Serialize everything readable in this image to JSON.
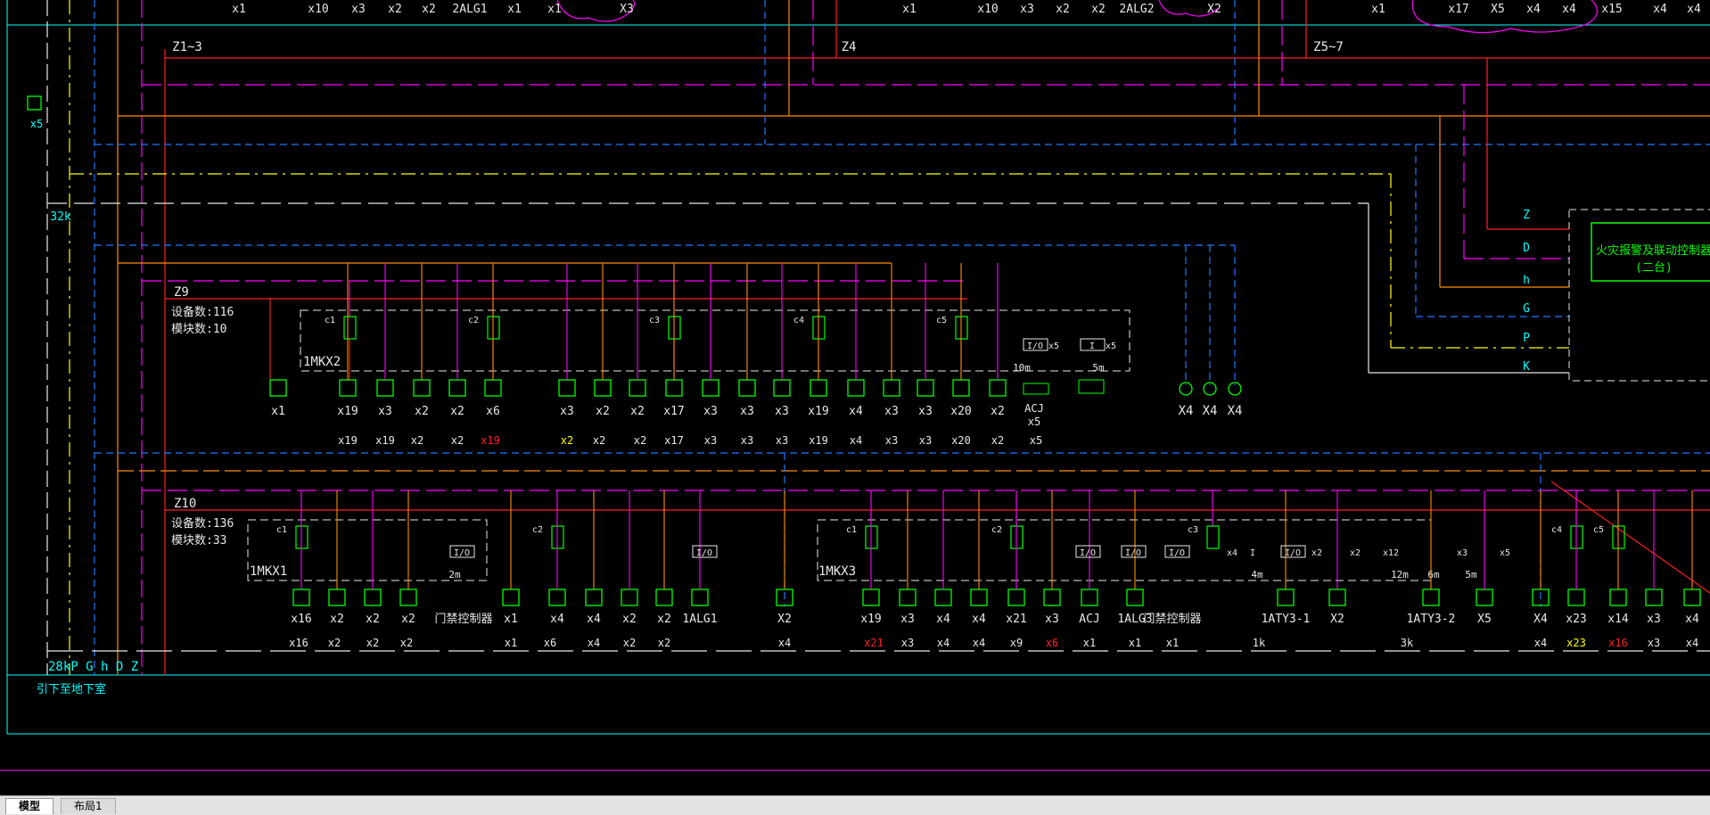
{
  "colors": {
    "background": "#000000",
    "cyan": "#00ffff",
    "orange": "#ff8c00",
    "magenta": "#ff00ff",
    "yellow": "#ffff00",
    "blue": "#1e78ff",
    "green": "#00ff00",
    "red": "#ff2020",
    "white": "#e8e8e8"
  },
  "tabs": {
    "model": "模型",
    "layout": "布局1"
  },
  "top_row": {
    "a": [
      "x1",
      "x10",
      "x3",
      "x2",
      "x2",
      "2ALG1",
      "x1",
      "x1",
      "X3"
    ],
    "b": [
      "x1",
      "x10",
      "x3",
      "x2",
      "x2",
      "2ALG2",
      "X2"
    ],
    "c": [
      "x1",
      "x17",
      "X5",
      "x4",
      "x4",
      "x15",
      "x4",
      "x4"
    ]
  },
  "zones": {
    "z13": "Z1~3",
    "z4": "Z4",
    "z57": "Z5~7"
  },
  "left": {
    "x5": "x5",
    "k32": "32k",
    "footer": "28kP G h D Z",
    "footnote": "引下至地下室"
  },
  "z9": {
    "name": "Z9",
    "devices": "设备数:116",
    "modules": "模块数:10",
    "box": "1MKX2",
    "circuits": [
      "c1",
      "c2",
      "c3",
      "c4",
      "c5"
    ],
    "labels": [
      "x1",
      "x19",
      "x3",
      "x2",
      "x2",
      "x6",
      "x3",
      "x2",
      "x2",
      "x17",
      "x3",
      "x3",
      "x3",
      "x19",
      "x4",
      "x3",
      "x3",
      "x20",
      "x2"
    ],
    "io": "I/O",
    "io_x": "x5",
    "i_box": "I",
    "i_x": "x5",
    "d10m": "10m",
    "d5m": "5m",
    "acj": "ACJ",
    "acj_x": "x5",
    "bottom": [
      "x19",
      "x19",
      "x2",
      "x2",
      "x19",
      "x2",
      "x2",
      "x2",
      "x17",
      "x3",
      "x3",
      "x3",
      "x19",
      "x4",
      "x3",
      "x3",
      "x20",
      "x2",
      "x5"
    ],
    "right_x": [
      "X4",
      "X4",
      "X4"
    ]
  },
  "panel": {
    "title": "火灾报警及联动控制器",
    "sub": "(二台)",
    "bus": [
      "Z",
      "D",
      "h",
      "G",
      "P",
      "K"
    ]
  },
  "z10": {
    "name": "Z10",
    "devices": "设备数:136",
    "modules": "模块数:33",
    "box1": "1MKX1",
    "box2": "1MKX3",
    "circuits": [
      "c1",
      "c2",
      "c1",
      "c2",
      "c3",
      "c4",
      "c5"
    ],
    "labels": [
      "x16",
      "x2",
      "x2",
      "x2",
      "门禁控制器",
      "x1",
      "x4",
      "x4",
      "x2",
      "x2",
      "1ALG1",
      "X2",
      "x19",
      "x3",
      "x4",
      "x4",
      "x21",
      "x3",
      "ACJ",
      "1ALG3",
      "门禁控制器",
      "1ATY3-1",
      "X2",
      "1ATY3-2",
      "X5",
      "X4",
      "x23",
      "x14",
      "x3",
      "x4"
    ],
    "io": "I/O",
    "d2m": "2m",
    "d4m": "4m",
    "d12m": "12m",
    "d6m": "6m",
    "d5m": "5m",
    "i_box": "I",
    "side_x": [
      "x4",
      "x2",
      "x2",
      "x12",
      "x3",
      "x5"
    ],
    "bottom": [
      "x16",
      "x2",
      "x2",
      "x2",
      "x1",
      "x6",
      "x4",
      "x2",
      "x2",
      "x4",
      "x21",
      "x3",
      "x4",
      "x4",
      "x9",
      "x6",
      "x1",
      "x1",
      "x1",
      "1k",
      "3k",
      "x4",
      "x23",
      "x16",
      "x3",
      "x4"
    ]
  }
}
